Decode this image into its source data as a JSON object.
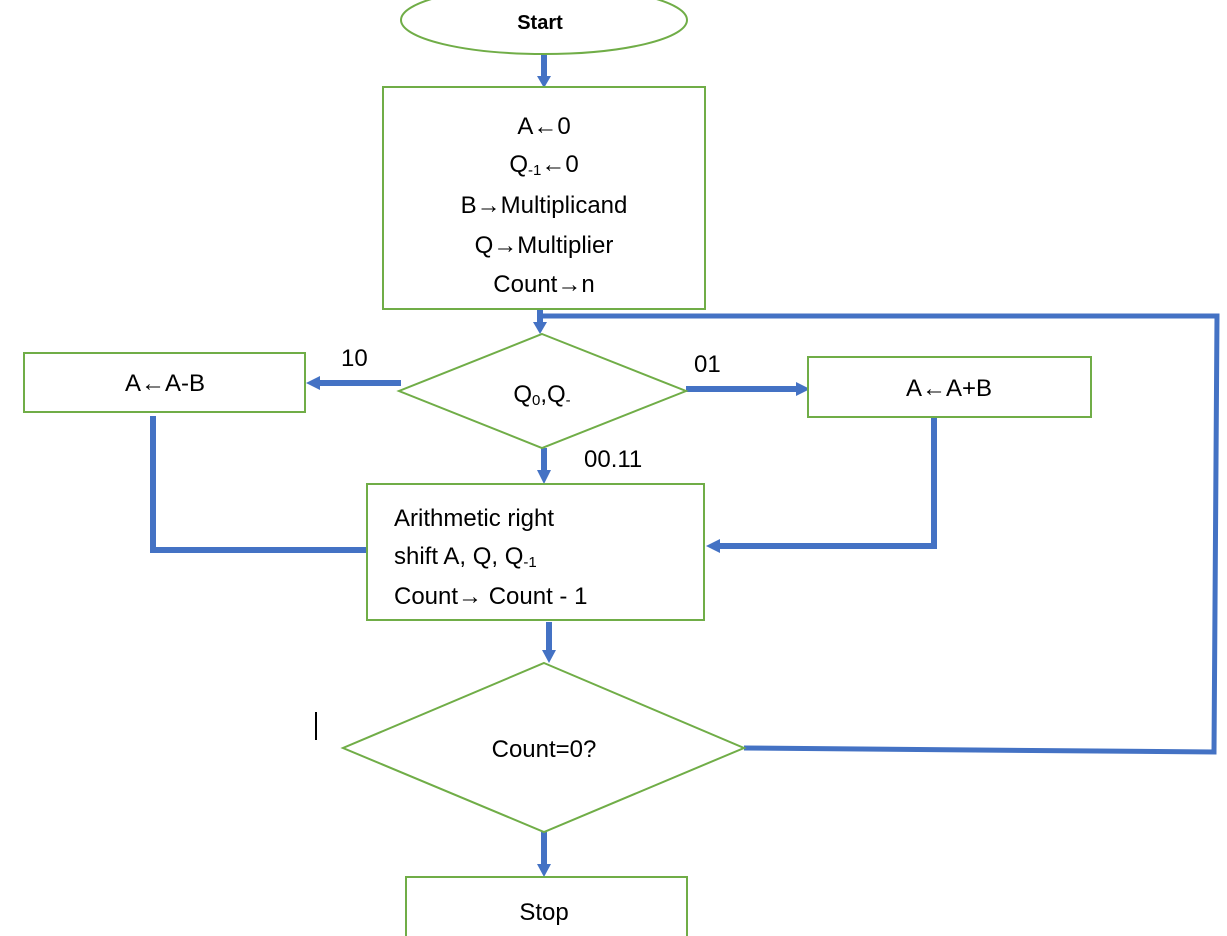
{
  "nodes": {
    "start": {
      "label": "Start"
    },
    "init": {
      "lines": [
        "A←0",
        "Q",
        "-1",
        "←0",
        "B→Multiplicand",
        "Q→Multiplier",
        "Count→n"
      ]
    },
    "decision_q": {
      "q": "Q",
      "sub0": "0",
      "rest": ",Q",
      "sub1": "-"
    },
    "subtract": {
      "label": "A←A-B"
    },
    "add": {
      "label": "A←A+B"
    },
    "shift": {
      "line1": "Arithmetic right",
      "line2_a": "shift A, Q, Q",
      "line2_sub": "-1",
      "line3": "Count→ Count  - 1"
    },
    "decision_count": {
      "label": "Count=0?"
    },
    "stop": {
      "label": "Stop"
    }
  },
  "edge_labels": {
    "left": "10",
    "right": "01",
    "down": "00.11"
  },
  "colors": {
    "shape_stroke": "#70ad47",
    "connector": "#4472c4"
  }
}
